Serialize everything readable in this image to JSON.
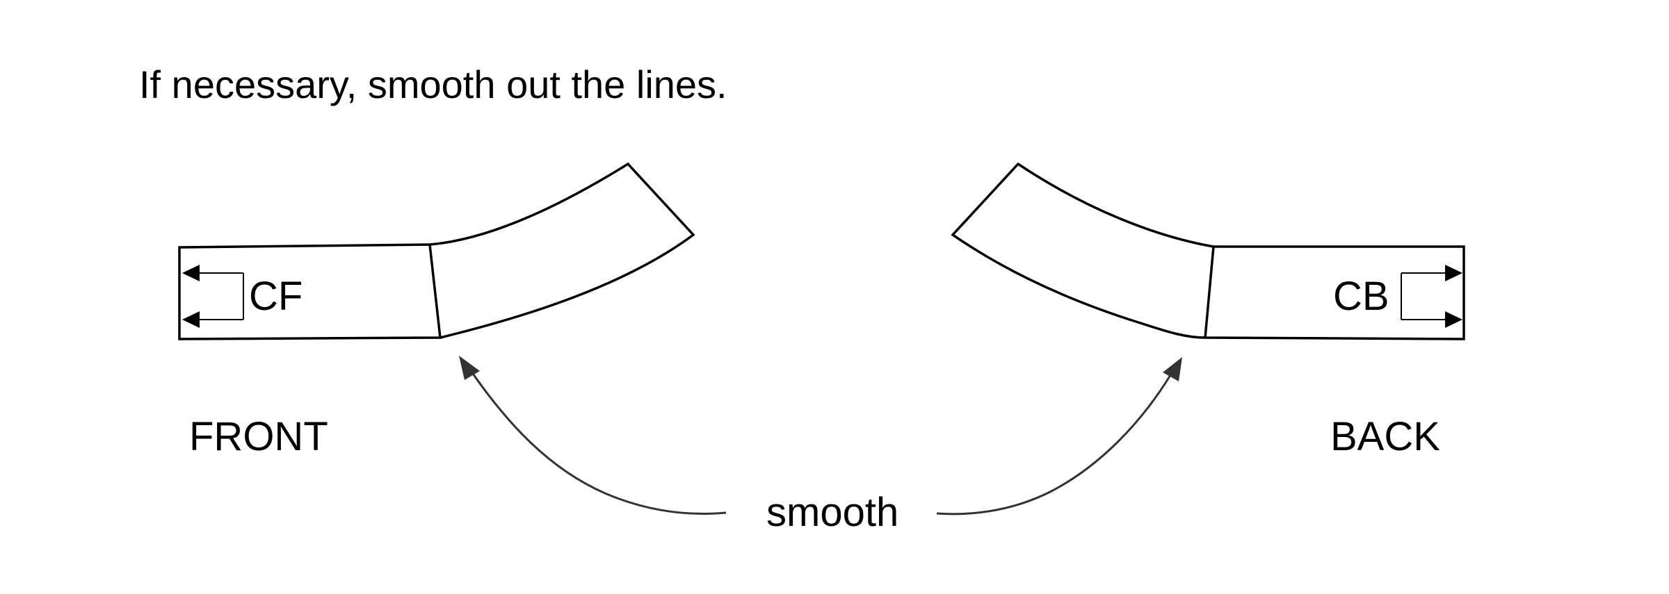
{
  "instruction": {
    "text": "If necessary, smooth out the lines."
  },
  "pieces": {
    "front": {
      "label": "FRONT",
      "center_mark": "CF"
    },
    "back": {
      "label": "BACK",
      "center_mark": "CB"
    }
  },
  "annotation": {
    "label": "smooth"
  },
  "colors": {
    "outline": "#000000",
    "arrow": "#333333",
    "background": "#ffffff"
  }
}
